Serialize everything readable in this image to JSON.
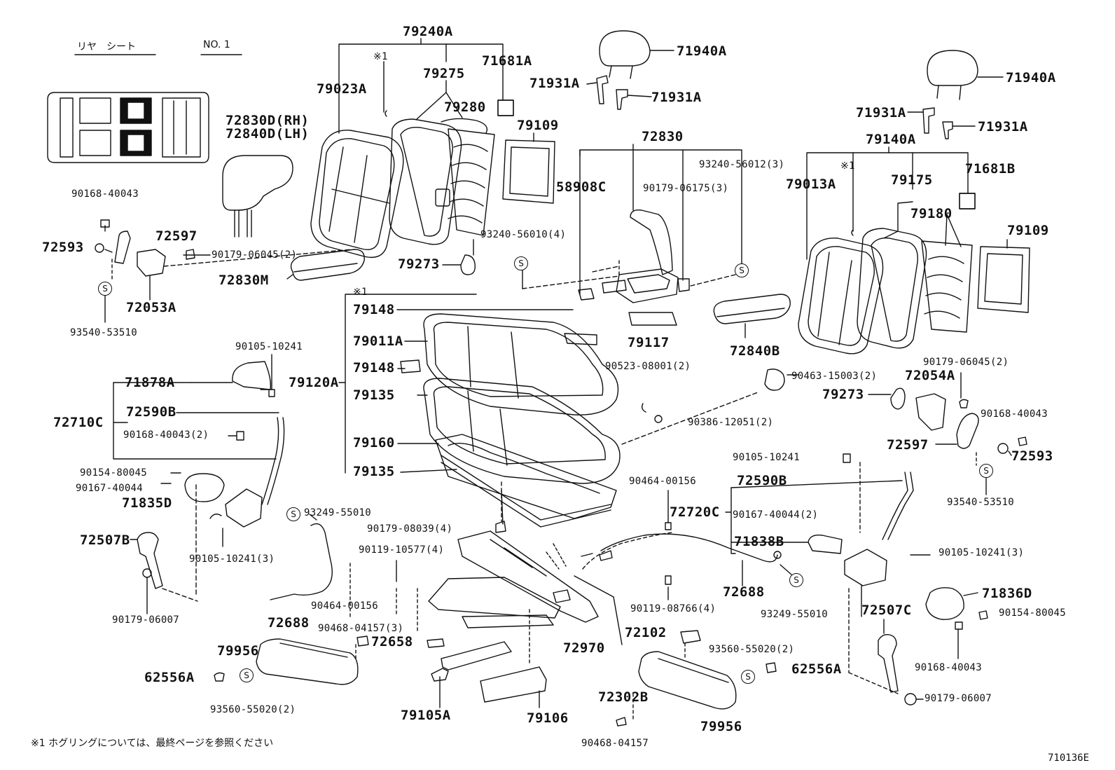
{
  "header": {
    "section_title": "リヤ　シート",
    "seat_number": "NO. 1"
  },
  "footnote": "※1  ホグリングについては、最終ページを参照ください",
  "diagram_code": "710136E",
  "service_symbol": "S",
  "labels": {
    "p79240A": "79240A",
    "p79275": "79275",
    "p71681A": "71681A",
    "p79023A": "79023A",
    "p79280": "79280",
    "p79109L": "79109",
    "p72830D_RH": "72830D(RH)",
    "p72840D_LH": "72840D(LH)",
    "star1_a": "※1",
    "p71940A_a": "71940A",
    "p71931A_a": "71931A",
    "p71931A_b": "71931A",
    "p90168_40043_a": "90168-40043",
    "p72597_a": "72597",
    "p72593_a": "72593",
    "p90179_06045_a": "90179-06045(2)",
    "p72053A": "72053A",
    "p93540_53510_a": "93540-53510",
    "p72830M": "72830M",
    "p79273_a": "79273",
    "p93240_56010": "93240-56010(4)",
    "p58908C": "58908C",
    "p72830": "72830",
    "p90179_06175": "90179-06175(3)",
    "p93240_56012": "93240-56012(3)",
    "p79117": "79117",
    "p72840B": "72840B",
    "p71940A_b": "71940A",
    "p71931A_c": "71931A",
    "p71931A_d": "71931A",
    "p79140A": "79140A",
    "star1_b": "※1",
    "p71681B": "71681B",
    "p79013A": "79013A",
    "p79175": "79175",
    "p79180": "79180",
    "p79109R": "79109",
    "star1_c": "※1",
    "p79148_a": "79148",
    "p79011A": "79011A",
    "p79148_b": "79148",
    "p79120A": "79120A",
    "p79135_a": "79135",
    "p79160": "79160",
    "p79135_b": "79135",
    "p90105_10241_a": "90105-10241",
    "p71878A": "71878A",
    "p72590B_a": "72590B",
    "p72710C": "72710C",
    "p90168_40043_b": "90168-40043(2)",
    "p90154_80045_a": "90154-80045",
    "p90167_40044_a": "90167-40044",
    "p71835D": "71835D",
    "p72507B": "72507B",
    "p90105_10241_b": "90105-10241(3)",
    "p90179_06007_a": "90179-06007",
    "p93249_55010_a": "93249-55010",
    "p72688_a": "72688",
    "p90179_08039": "90179-08039(4)",
    "p90119_10577": "90119-10577(4)",
    "p90464_00156_a": "90464-00156",
    "p90468_04157_a": "90468-04157(3)",
    "p72658": "72658",
    "p79956_a": "79956",
    "p62556A_a": "62556A",
    "p93560_55020_a": "93560-55020(2)",
    "p79105A": "79105A",
    "p79106": "79106",
    "p72970": "72970",
    "p90523_08001": "90523-08001(2)",
    "p90463_15003": "90463-15003(2)",
    "p90386_12051": "90386-12051(2)",
    "p90464_00156_b": "90464-00156",
    "p72720C": "72720C",
    "p90119_08766": "90119-08766(4)",
    "p72688_b": "72688",
    "p93249_55010_b": "93249-55010",
    "p72102": "72102",
    "p72302B": "72302B",
    "p90468_04157_b": "90468-04157",
    "p79956_b": "79956",
    "p93560_55020_b": "93560-55020(2)",
    "p62556A_b": "62556A",
    "p90179_06045_b": "90179-06045(2)",
    "p72054A": "72054A",
    "p79273_b": "79273",
    "p90168_40043_c": "90168-40043",
    "p72597_b": "72597",
    "p72593_b": "72593",
    "p93540_53510_b": "93540-53510",
    "p90105_10241_c": "90105-10241",
    "p72590B_b": "72590B",
    "p90167_40044_b": "90167-40044(2)",
    "p71838B": "71838B",
    "p90105_10241_d": "90105-10241(3)",
    "p71836D": "71836D",
    "p90154_80045_b": "90154-80045",
    "p72507C": "72507C",
    "p90168_40043_d": "90168-40043",
    "p90179_06007_b": "90179-06007"
  }
}
